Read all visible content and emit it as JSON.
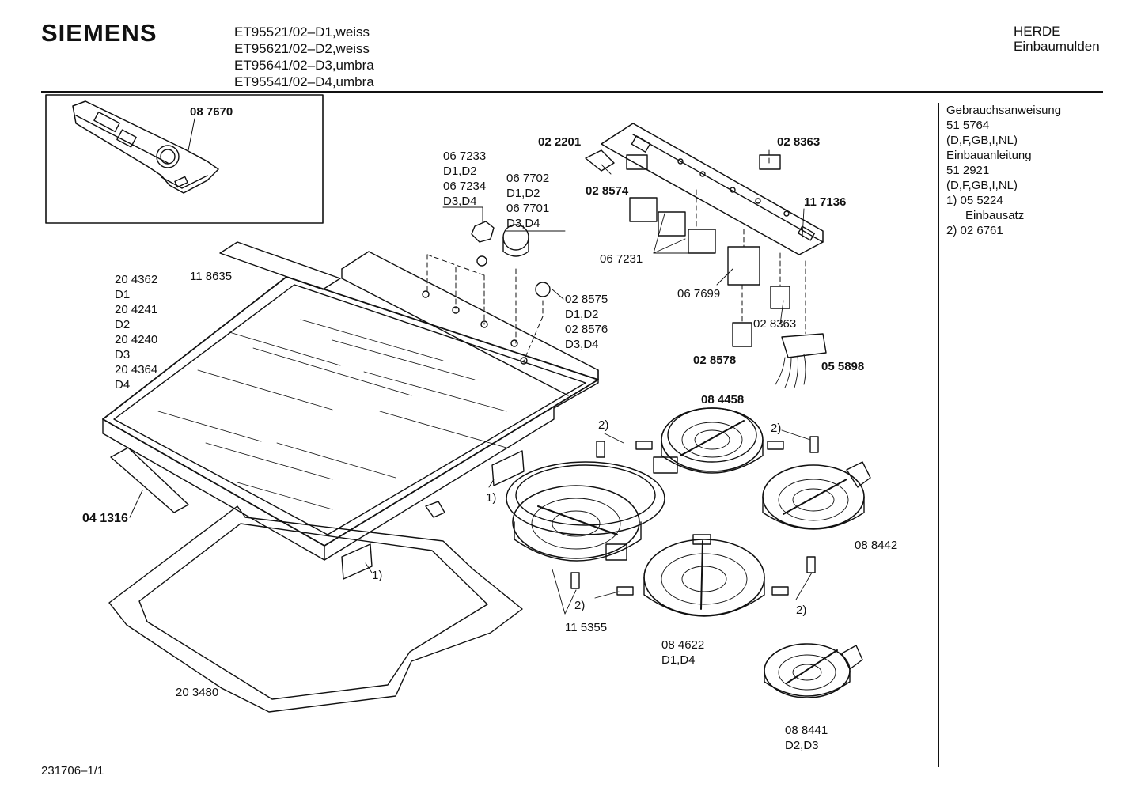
{
  "header": {
    "brand": "SIEMENS",
    "models": [
      "ET95521/02–D1,weiss",
      "ET95621/02–D2,weiss",
      "ET95641/02–D3,umbra",
      "ET95541/02–D4,umbra"
    ],
    "category": [
      "HERDE",
      "Einbaumulden"
    ]
  },
  "side_notes": {
    "line1": "Gebrauchsanweisung",
    "line2": "51 5764",
    "line3": "(D,F,GB,I,NL)",
    "line4": "Einbauanleitung",
    "line5": "51 2921",
    "line6": "(D,F,GB,I,NL)",
    "line7": "1)  05 5224",
    "line8": "Einbausatz",
    "line9": "2)  02 6761"
  },
  "footer": "231706–1/1",
  "labels": {
    "p087670": "08 7670",
    "p022201": "02 2201",
    "p028363a": "02 8363",
    "p028574": "02 8574",
    "p117136": "11 7136",
    "p067233": "06 7233",
    "d1d2a": "D1,D2",
    "p067234": "06 7234",
    "d3d4a": "D3,D4",
    "p067702": "06 7702",
    "d1d2b": "D1,D2",
    "p067701": "06 7701",
    "d3d4b": "D3,D4",
    "p067231": "06 7231",
    "p067699": "06 7699",
    "p028363b": "02 8363",
    "p028575": "02 8575",
    "d1d2c": "D1,D2",
    "p028576": "02 8576",
    "d3d4c": "D3,D4",
    "p028578": "02 8578",
    "p055898": "05 5898",
    "p204362": "20 4362",
    "d1": "D1",
    "p204241": "20 4241",
    "d2": "D2",
    "p204240": "20 4240",
    "d3": "D3",
    "p204364": "20 4364",
    "d4": "D4",
    "p118635": "11 8635",
    "p084458": "08 4458",
    "n2a": "2)",
    "n2b": "2)",
    "n2c": "2)",
    "n2d": "2)",
    "n1a": "1)",
    "n1b": "1)",
    "p041316": "04 1316",
    "p088442": "08 8442",
    "p115355": "11 5355",
    "p084622": "08 4622",
    "d1d4": "D1,D4",
    "p203480": "20 3480",
    "p088441": "08 8441",
    "d2d3": "D2,D3"
  }
}
